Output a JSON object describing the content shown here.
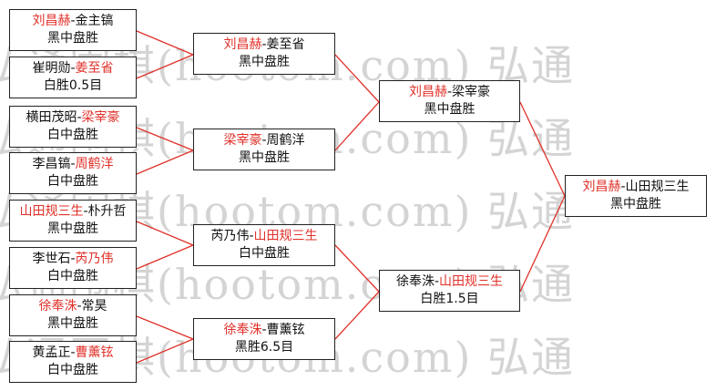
{
  "watermark": "弘通围棋(hootom.com) 弘通",
  "colors": {
    "winner": "#e0312a",
    "text": "#111111",
    "line": "#e0312a",
    "border": "#222222"
  },
  "round1": [
    {
      "p1": "刘昌赫",
      "p2": "金主镐",
      "winner": 1,
      "result": "黑中盘胜"
    },
    {
      "p1": "崔明勋",
      "p2": "姜至省",
      "winner": 2,
      "result": "白胜0.5目"
    },
    {
      "p1": "横田茂昭",
      "p2": "梁宰豪",
      "winner": 2,
      "result": "白中盘胜"
    },
    {
      "p1": "李昌镐",
      "p2": "周鹤洋",
      "winner": 2,
      "result": "白中盘胜"
    },
    {
      "p1": "山田规三生",
      "p2": "朴升哲",
      "winner": 1,
      "result": "黑中盘胜"
    },
    {
      "p1": "李世石",
      "p2": "芮乃伟",
      "winner": 2,
      "result": "白中盘胜"
    },
    {
      "p1": "徐奉洙",
      "p2": "常昊",
      "winner": 1,
      "result": "黑中盘胜"
    },
    {
      "p1": "黄孟正",
      "p2": "曹薰铉",
      "winner": 2,
      "result": "白中盘胜"
    }
  ],
  "round2": [
    {
      "p1": "刘昌赫",
      "p2": "姜至省",
      "winner": 1,
      "result": "黑中盘胜"
    },
    {
      "p1": "梁宰豪",
      "p2": "周鹤洋",
      "winner": 1,
      "result": "黑中盘胜"
    },
    {
      "p1": "芮乃伟",
      "p2": "山田规三生",
      "winner": 2,
      "result": "白中盘胜"
    },
    {
      "p1": "徐奉洙",
      "p2": "曹薰铉",
      "winner": 1,
      "result": "黑胜6.5目"
    }
  ],
  "round3": [
    {
      "p1": "刘昌赫",
      "p2": "梁宰豪",
      "winner": 1,
      "result": "黑中盘胜"
    },
    {
      "p1": "徐奉洙",
      "p2": "山田规三生",
      "winner": 2,
      "result": "白胜1.5目"
    }
  ],
  "round4": [
    {
      "p1": "刘昌赫",
      "p2": "山田规三生",
      "winner": 1,
      "result": "黑中盘胜"
    }
  ]
}
